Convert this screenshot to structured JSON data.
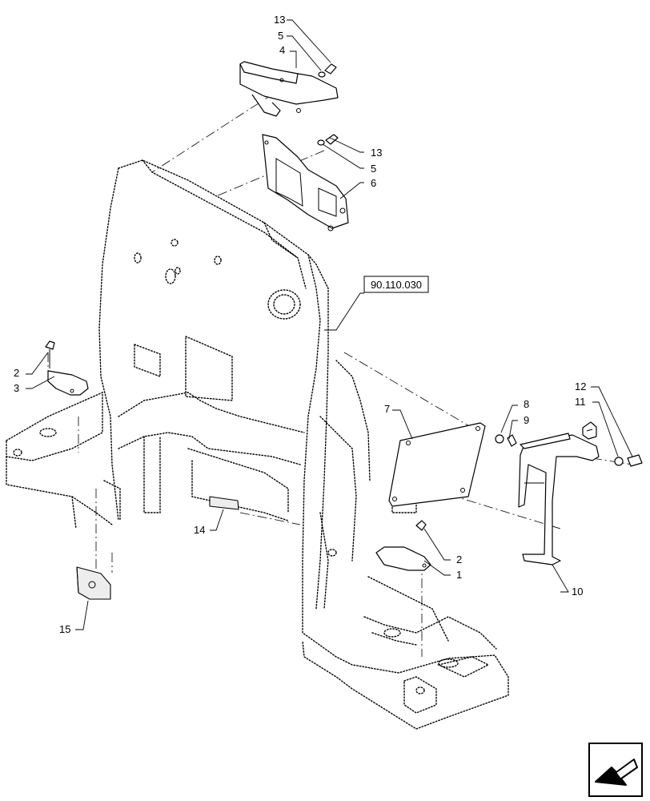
{
  "callouts": [
    {
      "id": "c13a",
      "text": "13"
    },
    {
      "id": "c5a",
      "text": "5"
    },
    {
      "id": "c4",
      "text": "4"
    },
    {
      "id": "c13b",
      "text": "13"
    },
    {
      "id": "c5b",
      "text": "5"
    },
    {
      "id": "c6",
      "text": "6"
    },
    {
      "id": "c2a",
      "text": "2"
    },
    {
      "id": "c3",
      "text": "3"
    },
    {
      "id": "c7",
      "text": "7"
    },
    {
      "id": "c8",
      "text": "8"
    },
    {
      "id": "c9",
      "text": "9"
    },
    {
      "id": "c12",
      "text": "12"
    },
    {
      "id": "c11",
      "text": "11"
    },
    {
      "id": "c14",
      "text": "14"
    },
    {
      "id": "c2b",
      "text": "2"
    },
    {
      "id": "c1",
      "text": "1"
    },
    {
      "id": "c10",
      "text": "10"
    },
    {
      "id": "c15",
      "text": "15"
    }
  ],
  "reference_box": {
    "text": "90.110.030"
  },
  "nav_icon": {
    "name": "previous-page-arrow-icon"
  },
  "colors": {
    "line": "#000000",
    "background": "#ffffff",
    "shade": "#ededed"
  }
}
